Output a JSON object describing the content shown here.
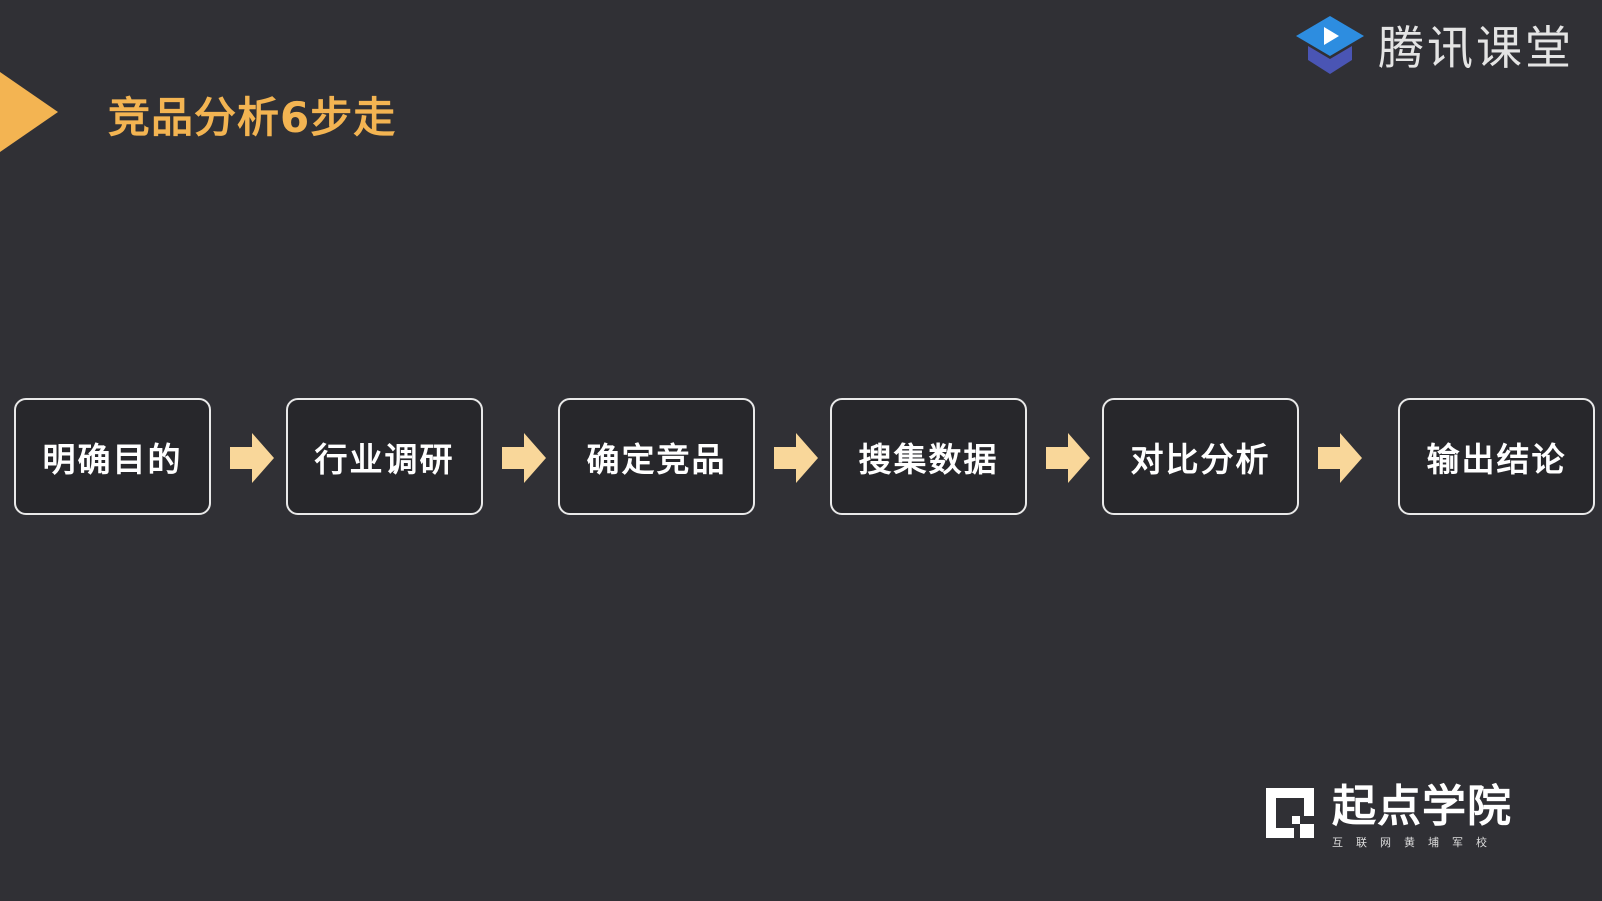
{
  "slide": {
    "title": "竞品分析6步走",
    "brand_top_right": "腾讯课堂",
    "brand_bottom_right": {
      "name": "起点学院",
      "tagline": "互联网黄埔军校"
    },
    "steps": [
      {
        "label": "明确目的"
      },
      {
        "label": "行业调研"
      },
      {
        "label": "确定竞品"
      },
      {
        "label": "搜集数据"
      },
      {
        "label": "对比分析"
      },
      {
        "label": "输出结论"
      }
    ],
    "colors": {
      "background": "#303035",
      "accent": "#f3b452",
      "arrow": "#f9d79a",
      "box_border": "#e9e9e9",
      "tencent_blue": "#2d8de0"
    },
    "icons": {
      "title_marker": "triangle-marker-icon",
      "flow_arrow": "right-arrow-icon",
      "tencent_logo": "tencent-classroom-logo-icon",
      "qidian_logo": "qidian-logo-icon"
    }
  }
}
